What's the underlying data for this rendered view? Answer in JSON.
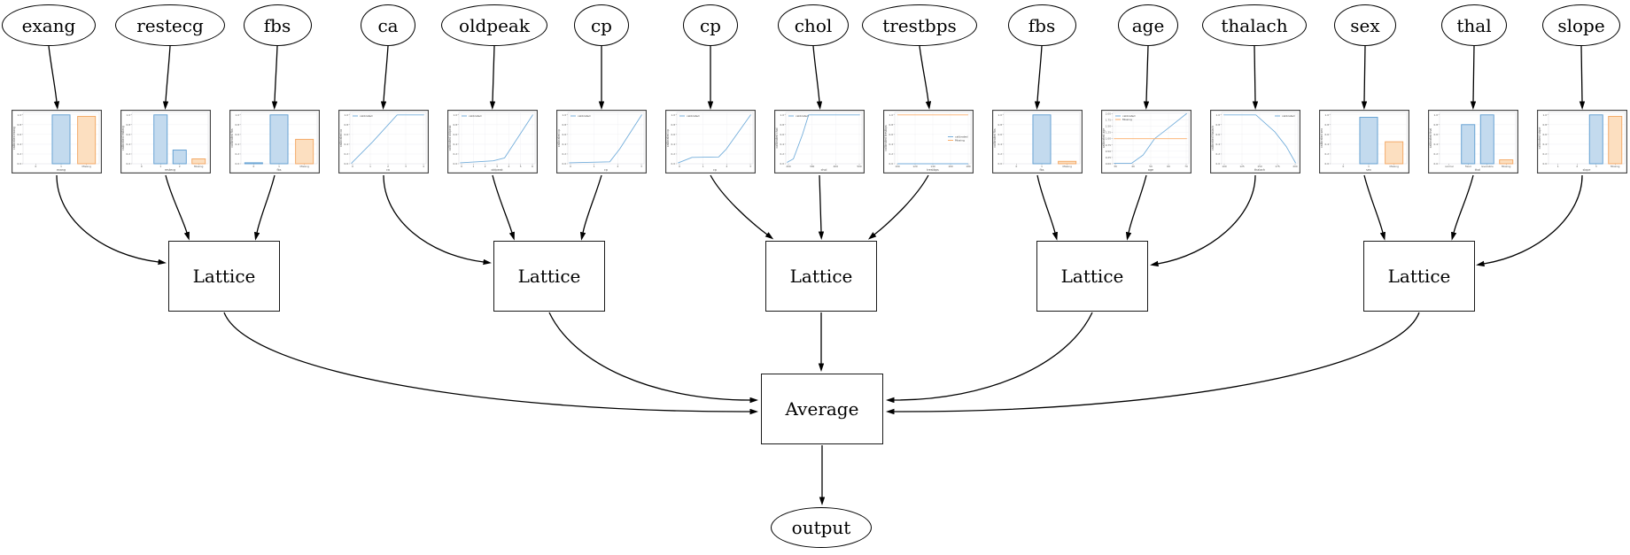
{
  "diagram": {
    "description": "Calibrated lattice ensemble model graph: feature nodes feed calibration plots, grouped into Lattice nodes, averaged to output",
    "features": [
      {
        "label": "exang"
      },
      {
        "label": "restecg"
      },
      {
        "label": "fbs"
      },
      {
        "label": "ca"
      },
      {
        "label": "oldpeak"
      },
      {
        "label": "cp"
      },
      {
        "label": "cp"
      },
      {
        "label": "chol"
      },
      {
        "label": "trestbps"
      },
      {
        "label": "fbs"
      },
      {
        "label": "age"
      },
      {
        "label": "thalach"
      },
      {
        "label": "sex"
      },
      {
        "label": "thal"
      },
      {
        "label": "slope"
      }
    ],
    "lattices": [
      {
        "label": "Lattice"
      },
      {
        "label": "Lattice"
      },
      {
        "label": "Lattice"
      },
      {
        "label": "Lattice"
      },
      {
        "label": "Lattice"
      }
    ],
    "average": {
      "label": "Average"
    },
    "output": {
      "label": "output"
    },
    "lattice_inputs": [
      [
        "exang",
        "restecg",
        "fbs"
      ],
      [
        "ca",
        "oldpeak",
        "cp"
      ],
      [
        "cp",
        "chol",
        "trestbps"
      ],
      [
        "fbs",
        "age",
        "thalach"
      ],
      [
        "sex",
        "thal",
        "slope"
      ]
    ],
    "flow": "feature -> calibration chart -> Lattice -> Average -> output",
    "colors": {
      "blue_bar_fill": "#c3daee",
      "blue_bar_stroke": "#5b9bd0",
      "orange_bar_fill": "#fcdfc0",
      "orange_bar_stroke": "#f2a45e",
      "blue_line": "#74aedb",
      "orange_line": "#fbae6a",
      "edge": "#000000"
    }
  },
  "chart_data": [
    {
      "feature": "exang",
      "type": "bar",
      "title": "",
      "xlabel": "exang",
      "ylabel": "calibrated exang",
      "categories": [
        "0",
        "1",
        "Missing"
      ],
      "yticks": [
        "0.0",
        "0.2",
        "0.4",
        "0.6",
        "0.8",
        "1.0"
      ],
      "ylim": [
        0,
        1.05
      ],
      "bars": [
        {
          "category": "0",
          "value": 0.0,
          "color": "blue"
        },
        {
          "category": "1",
          "value": 1.0,
          "color": "blue"
        },
        {
          "category": "Missing",
          "value": 0.97,
          "color": "orange"
        }
      ]
    },
    {
      "feature": "restecg",
      "type": "bar",
      "title": "",
      "xlabel": "restecg",
      "ylabel": "calibrated restecg",
      "categories": [
        "0",
        "1",
        "2",
        "Missing"
      ],
      "yticks": [
        "0.0",
        "0.2",
        "0.4",
        "0.6",
        "0.8",
        "1.0"
      ],
      "ylim": [
        0,
        1.05
      ],
      "bars": [
        {
          "category": "0",
          "value": 0.0,
          "color": "blue"
        },
        {
          "category": "1",
          "value": 1.0,
          "color": "blue"
        },
        {
          "category": "2",
          "value": 0.28,
          "color": "blue"
        },
        {
          "category": "Missing",
          "value": 0.1,
          "color": "orange"
        }
      ]
    },
    {
      "feature": "fbs",
      "type": "bar",
      "title": "",
      "xlabel": "fbs",
      "ylabel": "calibrated fbs",
      "categories": [
        "0",
        "1",
        "Missing"
      ],
      "yticks": [
        "0.0",
        "0.2",
        "0.4",
        "0.6",
        "0.8",
        "1.0"
      ],
      "ylim": [
        0,
        1.05
      ],
      "bars": [
        {
          "category": "0",
          "value": 0.02,
          "color": "blue"
        },
        {
          "category": "1",
          "value": 1.0,
          "color": "blue"
        },
        {
          "category": "Missing",
          "value": 0.5,
          "color": "orange"
        }
      ]
    },
    {
      "feature": "ca",
      "type": "line",
      "title": "",
      "xlabel": "ca",
      "ylabel": "calibrated ca",
      "xticks": [
        "0",
        "1",
        "2",
        "3",
        "4"
      ],
      "yticks": [
        "0.0",
        "0.2",
        "0.4",
        "0.6",
        "0.8",
        "1.0"
      ],
      "ylim": [
        0,
        1.05
      ],
      "legend": {
        "pos": "tl",
        "entries": [
          {
            "label": "calibrated",
            "color": "blue"
          }
        ]
      },
      "series": [
        {
          "name": "calibrated",
          "color": "blue",
          "points": [
            [
              0.02,
              0.01
            ],
            [
              0.3,
              0.45
            ],
            [
              0.62,
              1.0
            ],
            [
              0.97,
              1.0
            ]
          ]
        }
      ]
    },
    {
      "feature": "oldpeak",
      "type": "line",
      "title": "",
      "xlabel": "oldpeak",
      "ylabel": "calibrated oldpeak",
      "xticks": [
        "0",
        "1",
        "2",
        "3",
        "4",
        "5",
        "6"
      ],
      "yticks": [
        "0.0",
        "0.2",
        "0.4",
        "0.6",
        "0.8",
        "1.0"
      ],
      "ylim": [
        0,
        1.05
      ],
      "legend": {
        "pos": "tl",
        "entries": [
          {
            "label": "calibrated",
            "color": "blue"
          }
        ]
      },
      "series": [
        {
          "name": "calibrated",
          "color": "blue",
          "points": [
            [
              0.02,
              0.02
            ],
            [
              0.45,
              0.06
            ],
            [
              0.6,
              0.12
            ],
            [
              0.97,
              1.0
            ]
          ]
        }
      ]
    },
    {
      "feature": "cp",
      "type": "line",
      "title": "",
      "xlabel": "cp",
      "ylabel": "calibrated cp",
      "xticks": [
        "0",
        "1",
        "2",
        "3"
      ],
      "yticks": [
        "0.0",
        "0.2",
        "0.4",
        "0.6",
        "0.8",
        "1.0"
      ],
      "ylim": [
        0,
        1.05
      ],
      "legend": {
        "pos": "tl",
        "entries": [
          {
            "label": "calibrated",
            "color": "blue"
          }
        ]
      },
      "series": [
        {
          "name": "calibrated",
          "color": "blue",
          "points": [
            [
              0.02,
              0.02
            ],
            [
              0.55,
              0.04
            ],
            [
              0.68,
              0.3
            ],
            [
              0.97,
              1.0
            ]
          ]
        }
      ]
    },
    {
      "feature": "cp",
      "type": "line",
      "title": "",
      "xlabel": "cp",
      "ylabel": "calibrated cp",
      "xticks": [
        "0",
        "1",
        "2",
        "3"
      ],
      "yticks": [
        "0.0",
        "0.2",
        "0.4",
        "0.6",
        "0.8",
        "1.0"
      ],
      "ylim": [
        0,
        1.05
      ],
      "legend": {
        "pos": "tl",
        "entries": [
          {
            "label": "calibrated",
            "color": "blue"
          }
        ]
      },
      "series": [
        {
          "name": "calibrated",
          "color": "blue",
          "points": [
            [
              0.02,
              0.02
            ],
            [
              0.2,
              0.13
            ],
            [
              0.55,
              0.14
            ],
            [
              0.65,
              0.3
            ],
            [
              0.97,
              1.0
            ]
          ]
        }
      ]
    },
    {
      "feature": "chol",
      "type": "line",
      "title": "",
      "xlabel": "chol",
      "ylabel": "calibrated chol",
      "xticks": [
        "200",
        "300",
        "400",
        "500"
      ],
      "yticks": [
        "0.0",
        "0.2",
        "0.4",
        "0.6",
        "0.8",
        "1.0"
      ],
      "ylim": [
        0,
        1.05
      ],
      "legend": {
        "pos": "tl",
        "entries": [
          {
            "label": "calibrated",
            "color": "blue"
          }
        ]
      },
      "series": [
        {
          "name": "calibrated",
          "color": "blue",
          "points": [
            [
              0.02,
              0.03
            ],
            [
              0.1,
              0.1
            ],
            [
              0.22,
              0.6
            ],
            [
              0.3,
              1.0
            ],
            [
              0.97,
              1.0
            ]
          ]
        }
      ]
    },
    {
      "feature": "trestbps",
      "type": "line",
      "title": "",
      "xlabel": "trestbps",
      "ylabel": "calibrated trestbps",
      "xticks": [
        "100",
        "120",
        "140",
        "160",
        "180"
      ],
      "yticks": [
        "0.0",
        "0.2",
        "0.4",
        "0.6",
        "0.8",
        "1.0"
      ],
      "ylim": [
        0,
        1.05
      ],
      "legend": {
        "pos": "mr",
        "entries": [
          {
            "label": "calibrated",
            "color": "blue"
          },
          {
            "label": "Missing",
            "color": "orange"
          }
        ]
      },
      "series": [
        {
          "name": "calibrated",
          "color": "blue",
          "points": [
            [
              0.04,
              0.0
            ],
            [
              0.96,
              0.0
            ]
          ]
        },
        {
          "name": "Missing",
          "color": "orange",
          "points": [
            [
              0.04,
              1.0
            ],
            [
              0.96,
              1.0
            ]
          ]
        }
      ]
    },
    {
      "feature": "fbs",
      "type": "bar",
      "title": "",
      "xlabel": "fbs",
      "ylabel": "calibrated fbs",
      "categories": [
        "0",
        "1",
        "Missing"
      ],
      "yticks": [
        "0.0",
        "0.2",
        "0.4",
        "0.6",
        "0.8",
        "1.0"
      ],
      "ylim": [
        0,
        1.05
      ],
      "bars": [
        {
          "category": "0",
          "value": 0.0,
          "color": "blue"
        },
        {
          "category": "1",
          "value": 1.0,
          "color": "blue"
        },
        {
          "category": "Missing",
          "value": 0.05,
          "color": "orange"
        }
      ]
    },
    {
      "feature": "age",
      "type": "line",
      "title": "",
      "xlabel": "age",
      "ylabel": "calibrated age",
      "xticks": [
        "30",
        "40",
        "50",
        "60",
        "70"
      ],
      "yticks": [
        "0.00",
        "0.25",
        "0.50",
        "0.75",
        "1.00",
        "1.25",
        "1.50",
        "1.75",
        "2.00"
      ],
      "ylim": [
        0,
        2.05
      ],
      "legend": {
        "pos": "tl",
        "entries": [
          {
            "label": "calibrated",
            "color": "blue"
          },
          {
            "label": "Missing",
            "color": "orange"
          }
        ]
      },
      "series": [
        {
          "name": "calibrated",
          "color": "blue",
          "points": [
            [
              0.02,
              0.02
            ],
            [
              0.25,
              0.02
            ],
            [
              0.4,
              0.35
            ],
            [
              0.55,
              1.0
            ],
            [
              0.7,
              1.35
            ],
            [
              0.97,
              2.0
            ]
          ]
        },
        {
          "name": "Missing",
          "color": "orange",
          "points": [
            [
              0.02,
              1.0
            ],
            [
              0.97,
              1.0
            ]
          ]
        }
      ]
    },
    {
      "feature": "thalach",
      "type": "line",
      "title": "",
      "xlabel": "thalach",
      "ylabel": "calibrated thalach",
      "xticks": [
        "100",
        "125",
        "150",
        "175",
        "200"
      ],
      "yticks": [
        "0.0",
        "0.2",
        "0.4",
        "0.6",
        "0.8",
        "1.0"
      ],
      "ylim": [
        0,
        1.05
      ],
      "legend": {
        "pos": "tr",
        "entries": [
          {
            "label": "calibrated",
            "color": "blue"
          }
        ]
      },
      "series": [
        {
          "name": "calibrated",
          "color": "blue",
          "points": [
            [
              0.03,
              1.0
            ],
            [
              0.45,
              1.0
            ],
            [
              0.7,
              0.65
            ],
            [
              0.85,
              0.35
            ],
            [
              0.97,
              0.02
            ]
          ]
        }
      ]
    },
    {
      "feature": "sex",
      "type": "bar",
      "title": "",
      "xlabel": "sex",
      "ylabel": "calibrated sex",
      "categories": [
        "0",
        "1",
        "Missing"
      ],
      "yticks": [
        "0.0",
        "0.2",
        "0.4",
        "0.6",
        "0.8",
        "1.0"
      ],
      "ylim": [
        0,
        1.05
      ],
      "bars": [
        {
          "category": "0",
          "value": 0.0,
          "color": "blue"
        },
        {
          "category": "1",
          "value": 0.95,
          "color": "blue"
        },
        {
          "category": "Missing",
          "value": 0.45,
          "color": "orange"
        }
      ]
    },
    {
      "feature": "thal",
      "type": "bar",
      "title": "",
      "xlabel": "thal",
      "ylabel": "calibrated thal",
      "categories": [
        "normal",
        "fixed",
        "reversible",
        "Missing"
      ],
      "yticks": [
        "0.0",
        "0.2",
        "0.4",
        "0.6",
        "0.8",
        "1.0"
      ],
      "ylim": [
        0,
        1.05
      ],
      "bars": [
        {
          "category": "normal",
          "value": 0.0,
          "color": "blue"
        },
        {
          "category": "fixed",
          "value": 0.8,
          "color": "blue"
        },
        {
          "category": "reversible",
          "value": 1.0,
          "color": "blue"
        },
        {
          "category": "Missing",
          "value": 0.08,
          "color": "orange"
        }
      ]
    },
    {
      "feature": "slope",
      "type": "bar",
      "title": "",
      "xlabel": "slope",
      "ylabel": "calibrated slope",
      "categories": [
        "1",
        "2",
        "3",
        "Missing"
      ],
      "yticks": [
        "0.0",
        "0.2",
        "0.4",
        "0.6",
        "0.8",
        "1.0"
      ],
      "ylim": [
        0,
        1.05
      ],
      "bars": [
        {
          "category": "1",
          "value": 0.0,
          "color": "blue"
        },
        {
          "category": "2",
          "value": 0.0,
          "color": "blue"
        },
        {
          "category": "3",
          "value": 1.0,
          "color": "blue"
        },
        {
          "category": "Missing",
          "value": 0.97,
          "color": "orange"
        }
      ]
    }
  ]
}
